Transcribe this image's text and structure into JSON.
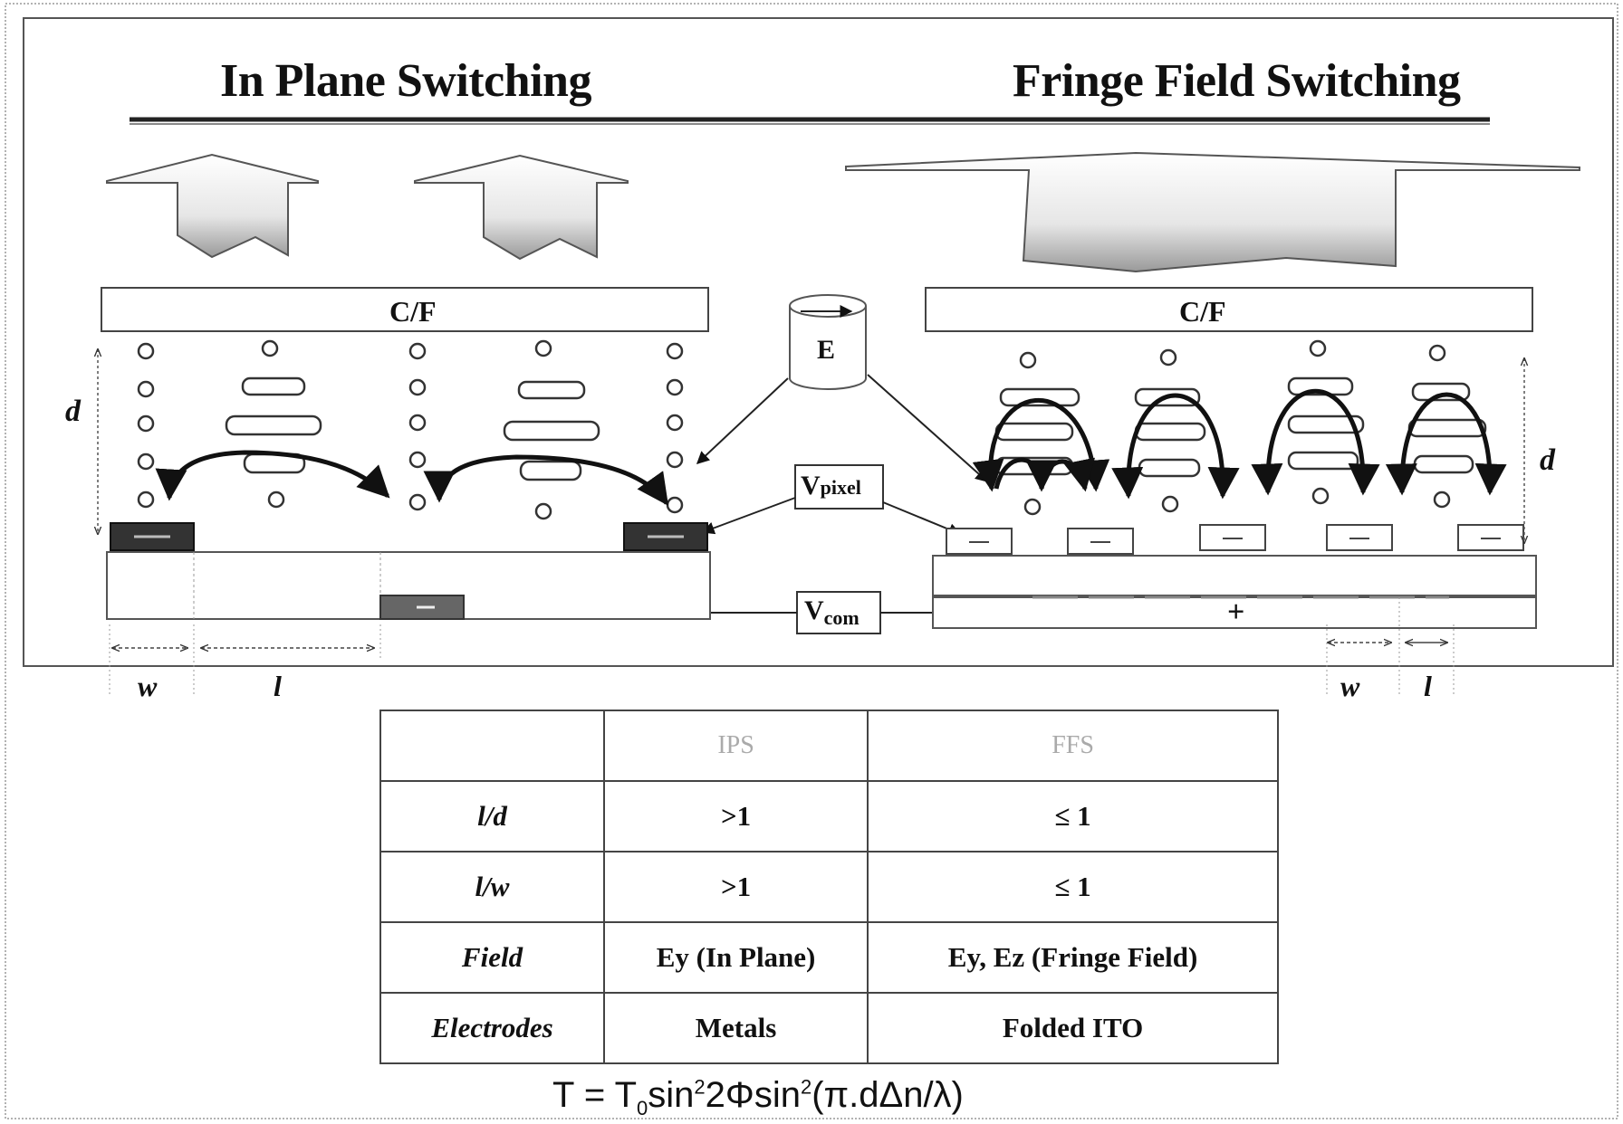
{
  "ips": {
    "title": "In Plane Switching",
    "cf_label": "C/F",
    "d_label": "d",
    "w_label": "w",
    "l_label": "l"
  },
  "ffs": {
    "title": "Fringe Field Switching",
    "cf_label": "C/F",
    "d_label": "d",
    "w_label": "w",
    "l_label": "l",
    "plus_label": "+"
  },
  "labels": {
    "e_field": "E",
    "vpixel_main": "V",
    "vpixel_sub": "pixel",
    "vcom_main": "V",
    "vcom_sub": "com",
    "minus": "—"
  },
  "table": {
    "header": [
      "",
      "IPS",
      "FFS"
    ],
    "rows": [
      {
        "label": "l/d",
        "ips": ">1",
        "ffs": "≤ 1"
      },
      {
        "label": "l/w",
        "ips": ">1",
        "ffs": "≤ 1"
      },
      {
        "label": "Field",
        "ips": "Ey (In Plane)",
        "ffs": "Ey, Ez (Fringe Field)"
      },
      {
        "label": "Electrodes",
        "ips": "Metals",
        "ffs": "Folded ITO"
      }
    ]
  },
  "formula": {
    "T": "T = T",
    "sub0": "0",
    "p1": "sin",
    "sup1": "2",
    "p2": "2Φsin",
    "sup2": "2",
    "p3": "(π.dΔn/λ)"
  }
}
